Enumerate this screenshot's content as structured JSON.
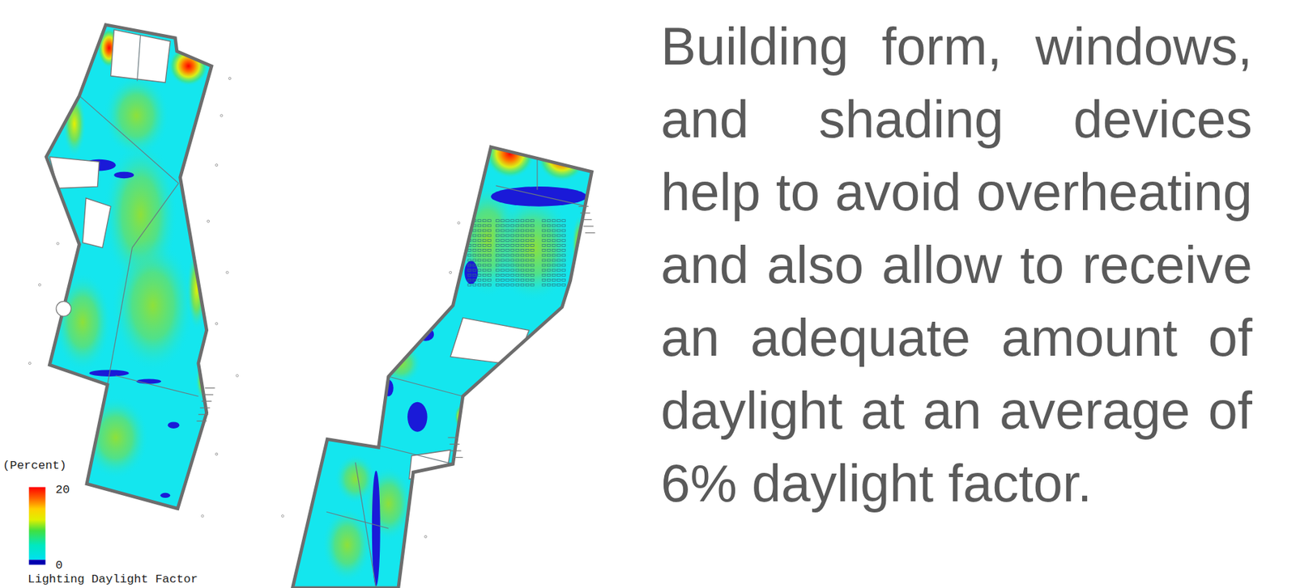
{
  "diagram": {
    "caption": "Building form, windows, and shading devices help to avoid overheating and also allow to receive an adequate amount of daylight at an average of 6% daylight factor.",
    "labels": [
      "(Percent)",
      "20",
      "0",
      "Lighting Daylight Factor"
    ]
  }
}
